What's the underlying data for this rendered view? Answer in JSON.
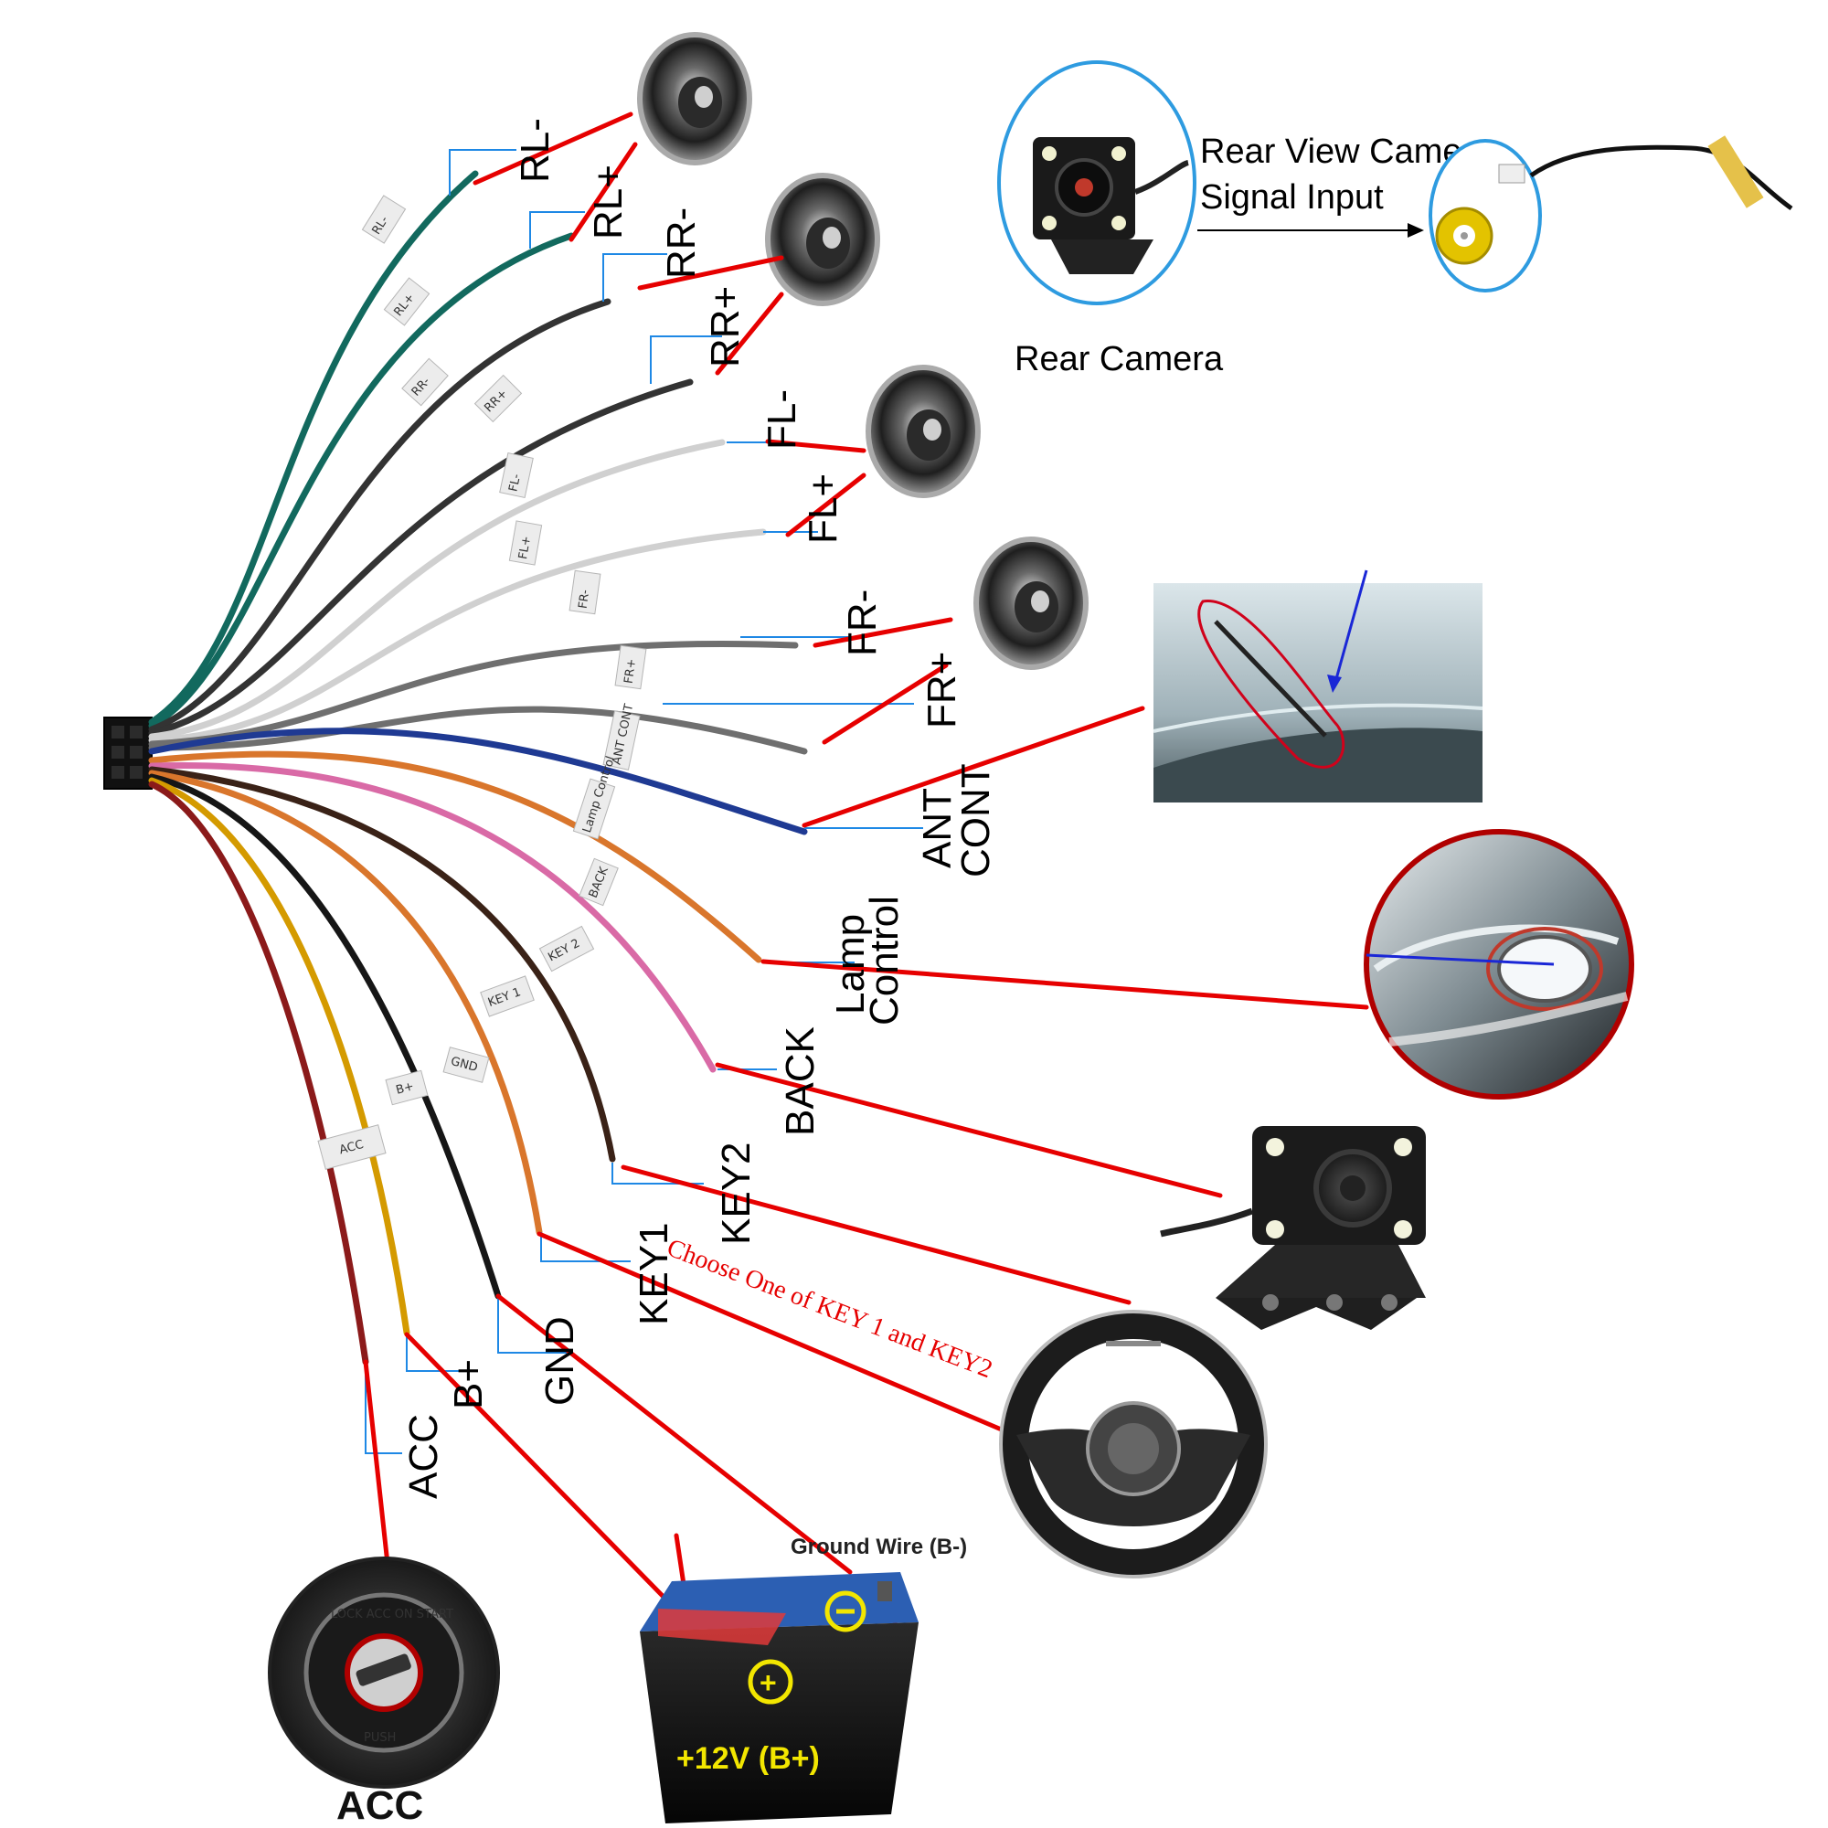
{
  "colors": {
    "red_line": "#e60000",
    "blue_line": "#1e88e5",
    "wire_green": "#12695e",
    "wire_dark": "#333333",
    "wire_gray": "#7a7a7a",
    "wire_white": "#cfcfcf",
    "wire_blue": "#1f3a93",
    "wire_orange": "#d9762c",
    "wire_pink": "#d96aa6",
    "wire_brown": "#4a2a1a",
    "wire_yellow": "#d49a00",
    "wire_red": "#8b1a1a",
    "battery_yellow": "#f2e600"
  },
  "labels": {
    "rl_minus": "RL-",
    "rl_plus": "RL+",
    "rr_minus": "RR-",
    "rr_plus": "RR+",
    "fl_minus": "FL-",
    "fl_plus": "FL+",
    "fr_minus": "FR-",
    "fr_plus": "FR+",
    "ant": "ANT",
    "cont": "CONT",
    "lamp": "Lamp",
    "control": "Control",
    "back": "BACK",
    "key2": "KEY2",
    "key1": "KEY1",
    "gnd": "GND",
    "bplus": "B+",
    "acc": "ACC"
  },
  "wire_tags": {
    "rl_minus": "RL-",
    "rl_plus": "RL+",
    "rr_minus": "RR-",
    "rr_plus": "RR+",
    "fl_minus": "FL-",
    "fl_plus": "FL+",
    "fr_minus": "FR-",
    "fr_plus": "FR+",
    "ant_cont": "ANT CONT",
    "lamp_control": "Lamp Control",
    "back": "BACK",
    "key2": "KEY 2",
    "key1": "KEY 1",
    "gnd": "GND",
    "bplus": "B+",
    "acc": "ACC"
  },
  "camera": {
    "line1": "Rear View Camera",
    "line2": "Signal Input",
    "caption": "Rear Camera"
  },
  "note": "Choose One of KEY 1 and KEY2",
  "battery": {
    "ground_caption": "Ground Wire (B-)",
    "voltage": "+12V  (B+)"
  },
  "ignition": {
    "caption": "ACC",
    "ring_text": "LOCK  ACC  ON  START",
    "push": "PUSH"
  }
}
